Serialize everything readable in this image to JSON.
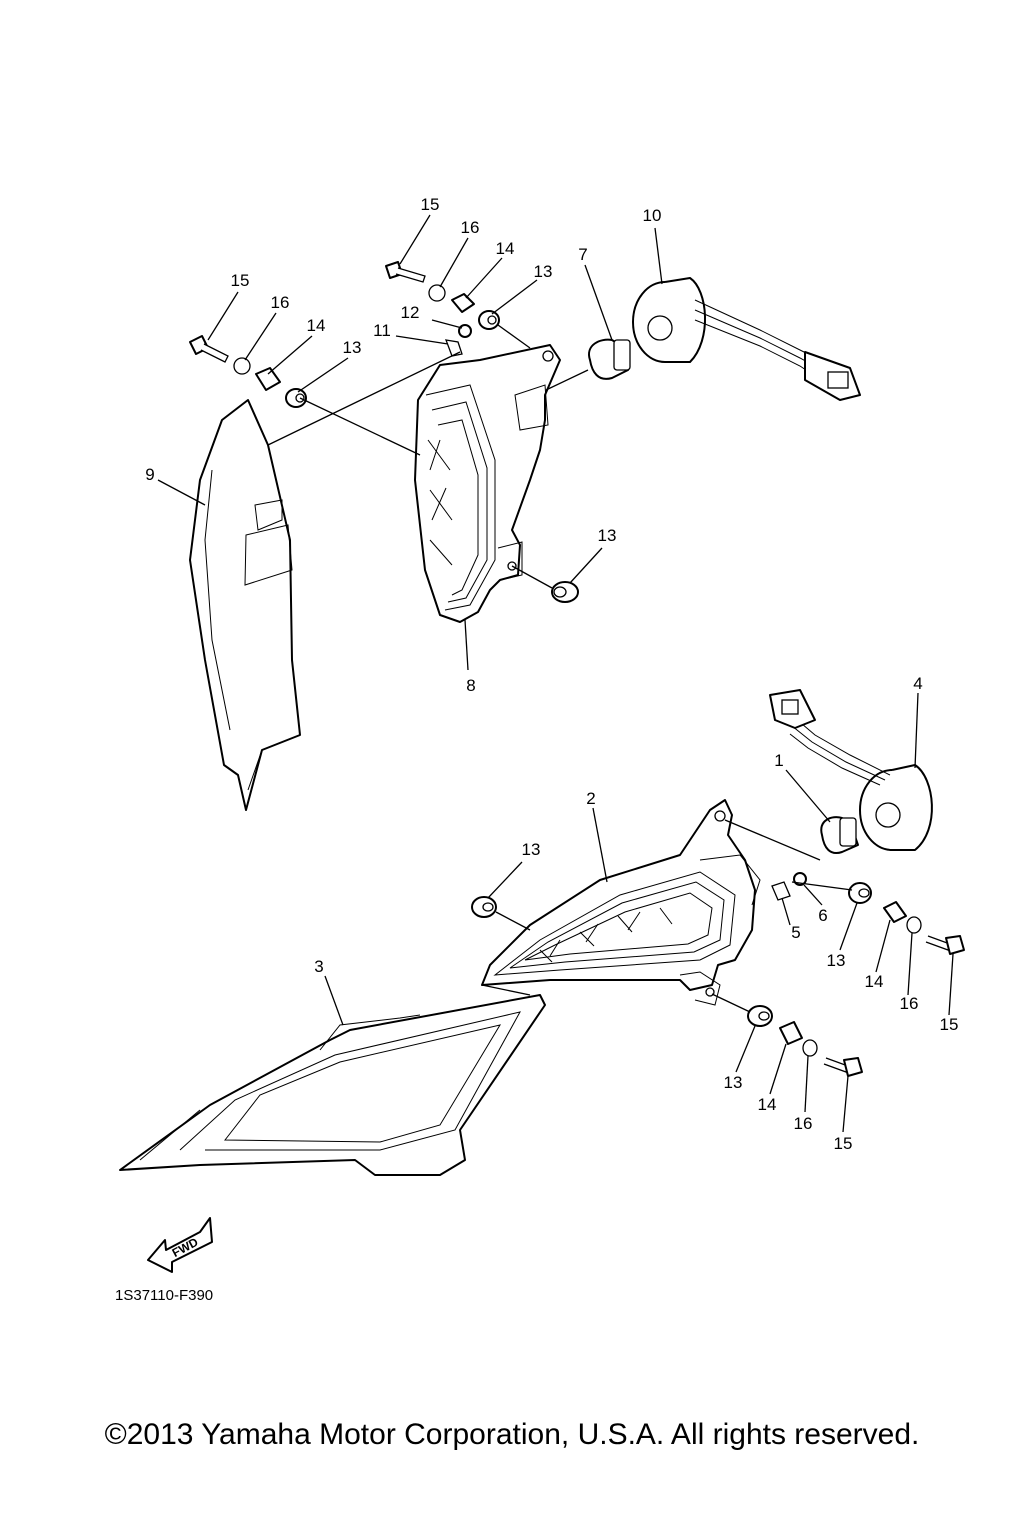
{
  "callouts": {
    "c1": "1",
    "c2": "2",
    "c3": "3",
    "c4": "4",
    "c5": "5",
    "c6": "6",
    "c7": "7",
    "c8": "8",
    "c9": "9",
    "c10": "10",
    "c11": "11",
    "c12": "12",
    "c13": "13",
    "c14": "14",
    "c15": "15",
    "c16": "16"
  },
  "fwd_label": "FWD",
  "reference_code": "1S37110-F390",
  "copyright": "©2013 Yamaha Motor Corporation, U.S.A. All rights reserved."
}
